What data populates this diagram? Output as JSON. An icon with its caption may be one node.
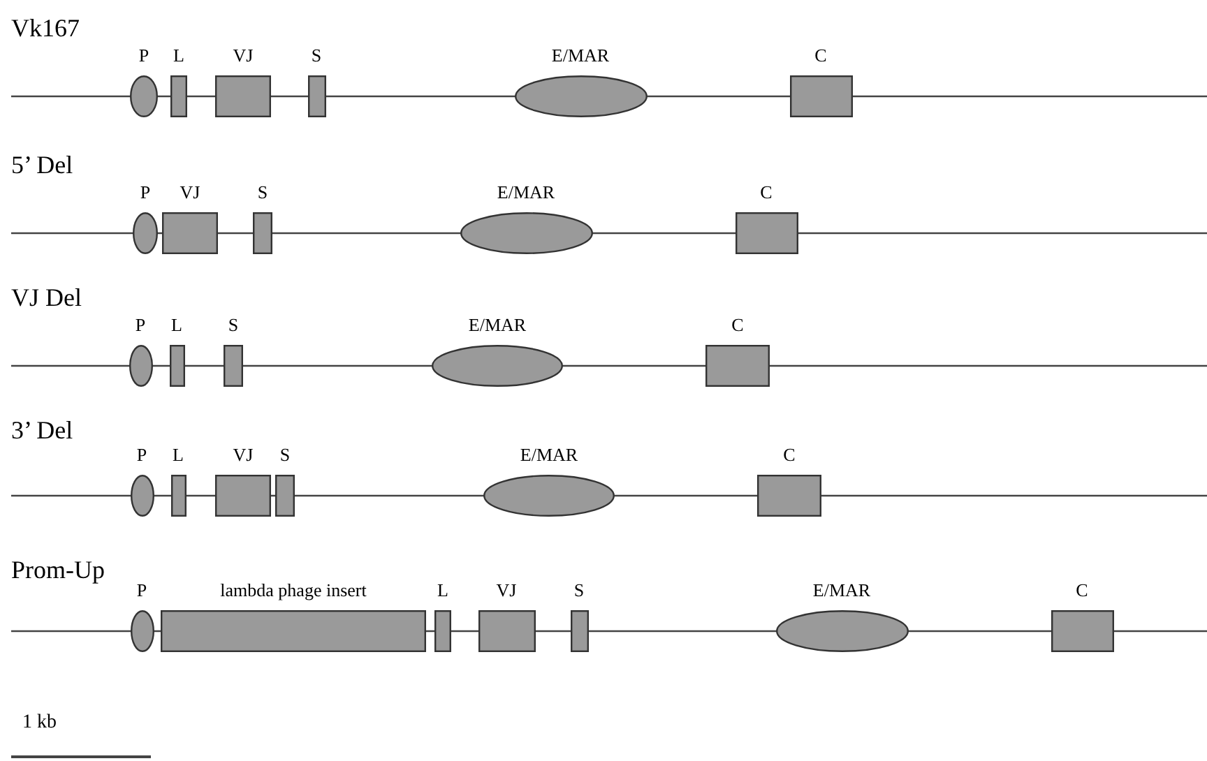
{
  "diagram": {
    "nodes": [
      {
        "text": [
          "P"
        ]
      },
      {
        "text": [
          "L"
        ]
      },
      {
        "text": [
          "VJ"
        ]
      },
      {
        "text": [
          "S"
        ]
      },
      {
        "text": [
          "E/MAR"
        ]
      },
      {
        "text": [
          "C"
        ]
      },
      {
        "text": [
          "P"
        ]
      },
      {
        "text": [
          "VJ"
        ]
      },
      {
        "text": [
          "S"
        ]
      },
      {
        "text": [
          "E/MAR"
        ]
      },
      {
        "text": [
          "C"
        ]
      },
      {
        "text": [
          "P"
        ]
      },
      {
        "text": [
          "L"
        ]
      },
      {
        "text": [
          "S"
        ]
      },
      {
        "text": [
          "E/MAR"
        ]
      },
      {
        "text": [
          "C"
        ]
      },
      {
        "text": [
          "P"
        ]
      },
      {
        "text": [
          "L"
        ]
      },
      {
        "text": [
          "VJ"
        ]
      },
      {
        "text": [
          "S"
        ]
      },
      {
        "text": [
          "E/MAR"
        ]
      },
      {
        "text": [
          "C"
        ]
      },
      {
        "text": [
          "P"
        ]
      },
      {
        "text": [
          "lambda phage insert"
        ]
      },
      {
        "text": [
          "L"
        ]
      },
      {
        "text": [
          "VJ"
        ]
      },
      {
        "text": [
          "S"
        ]
      },
      {
        "text": [
          "E/MAR"
        ]
      },
      {
        "text": [
          "C"
        ]
      }
    ],
    "labels": [
      "Vk167",
      "5’ Del",
      "VJ Del",
      "3’ Del",
      "Prom-Up",
      "1 kb"
    ]
  }
}
